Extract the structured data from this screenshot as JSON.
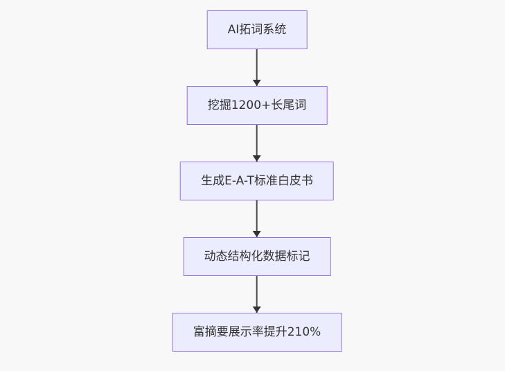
{
  "diagram": {
    "type": "flowchart-top-down",
    "colors": {
      "background": "#f8f8f8",
      "node_fill": "#ECECFF",
      "node_border": "#9370DB",
      "node_text": "#333333",
      "edge_line": "#4a4a4a",
      "arrowhead": "#333333"
    },
    "nodes": [
      {
        "id": "n1",
        "label": "AI拓词系统"
      },
      {
        "id": "n2",
        "label": "挖掘1200+长尾词"
      },
      {
        "id": "n3",
        "label": "生成E-A-T标准白皮书"
      },
      {
        "id": "n4",
        "label": "动态结构化数据标记"
      },
      {
        "id": "n5",
        "label": "富摘要展示率提升210%"
      }
    ],
    "edges": [
      {
        "from": "n1",
        "to": "n2",
        "direction": "down"
      },
      {
        "from": "n2",
        "to": "n3",
        "direction": "down"
      },
      {
        "from": "n3",
        "to": "n4",
        "direction": "down"
      },
      {
        "from": "n4",
        "to": "n5",
        "direction": "down"
      }
    ]
  }
}
